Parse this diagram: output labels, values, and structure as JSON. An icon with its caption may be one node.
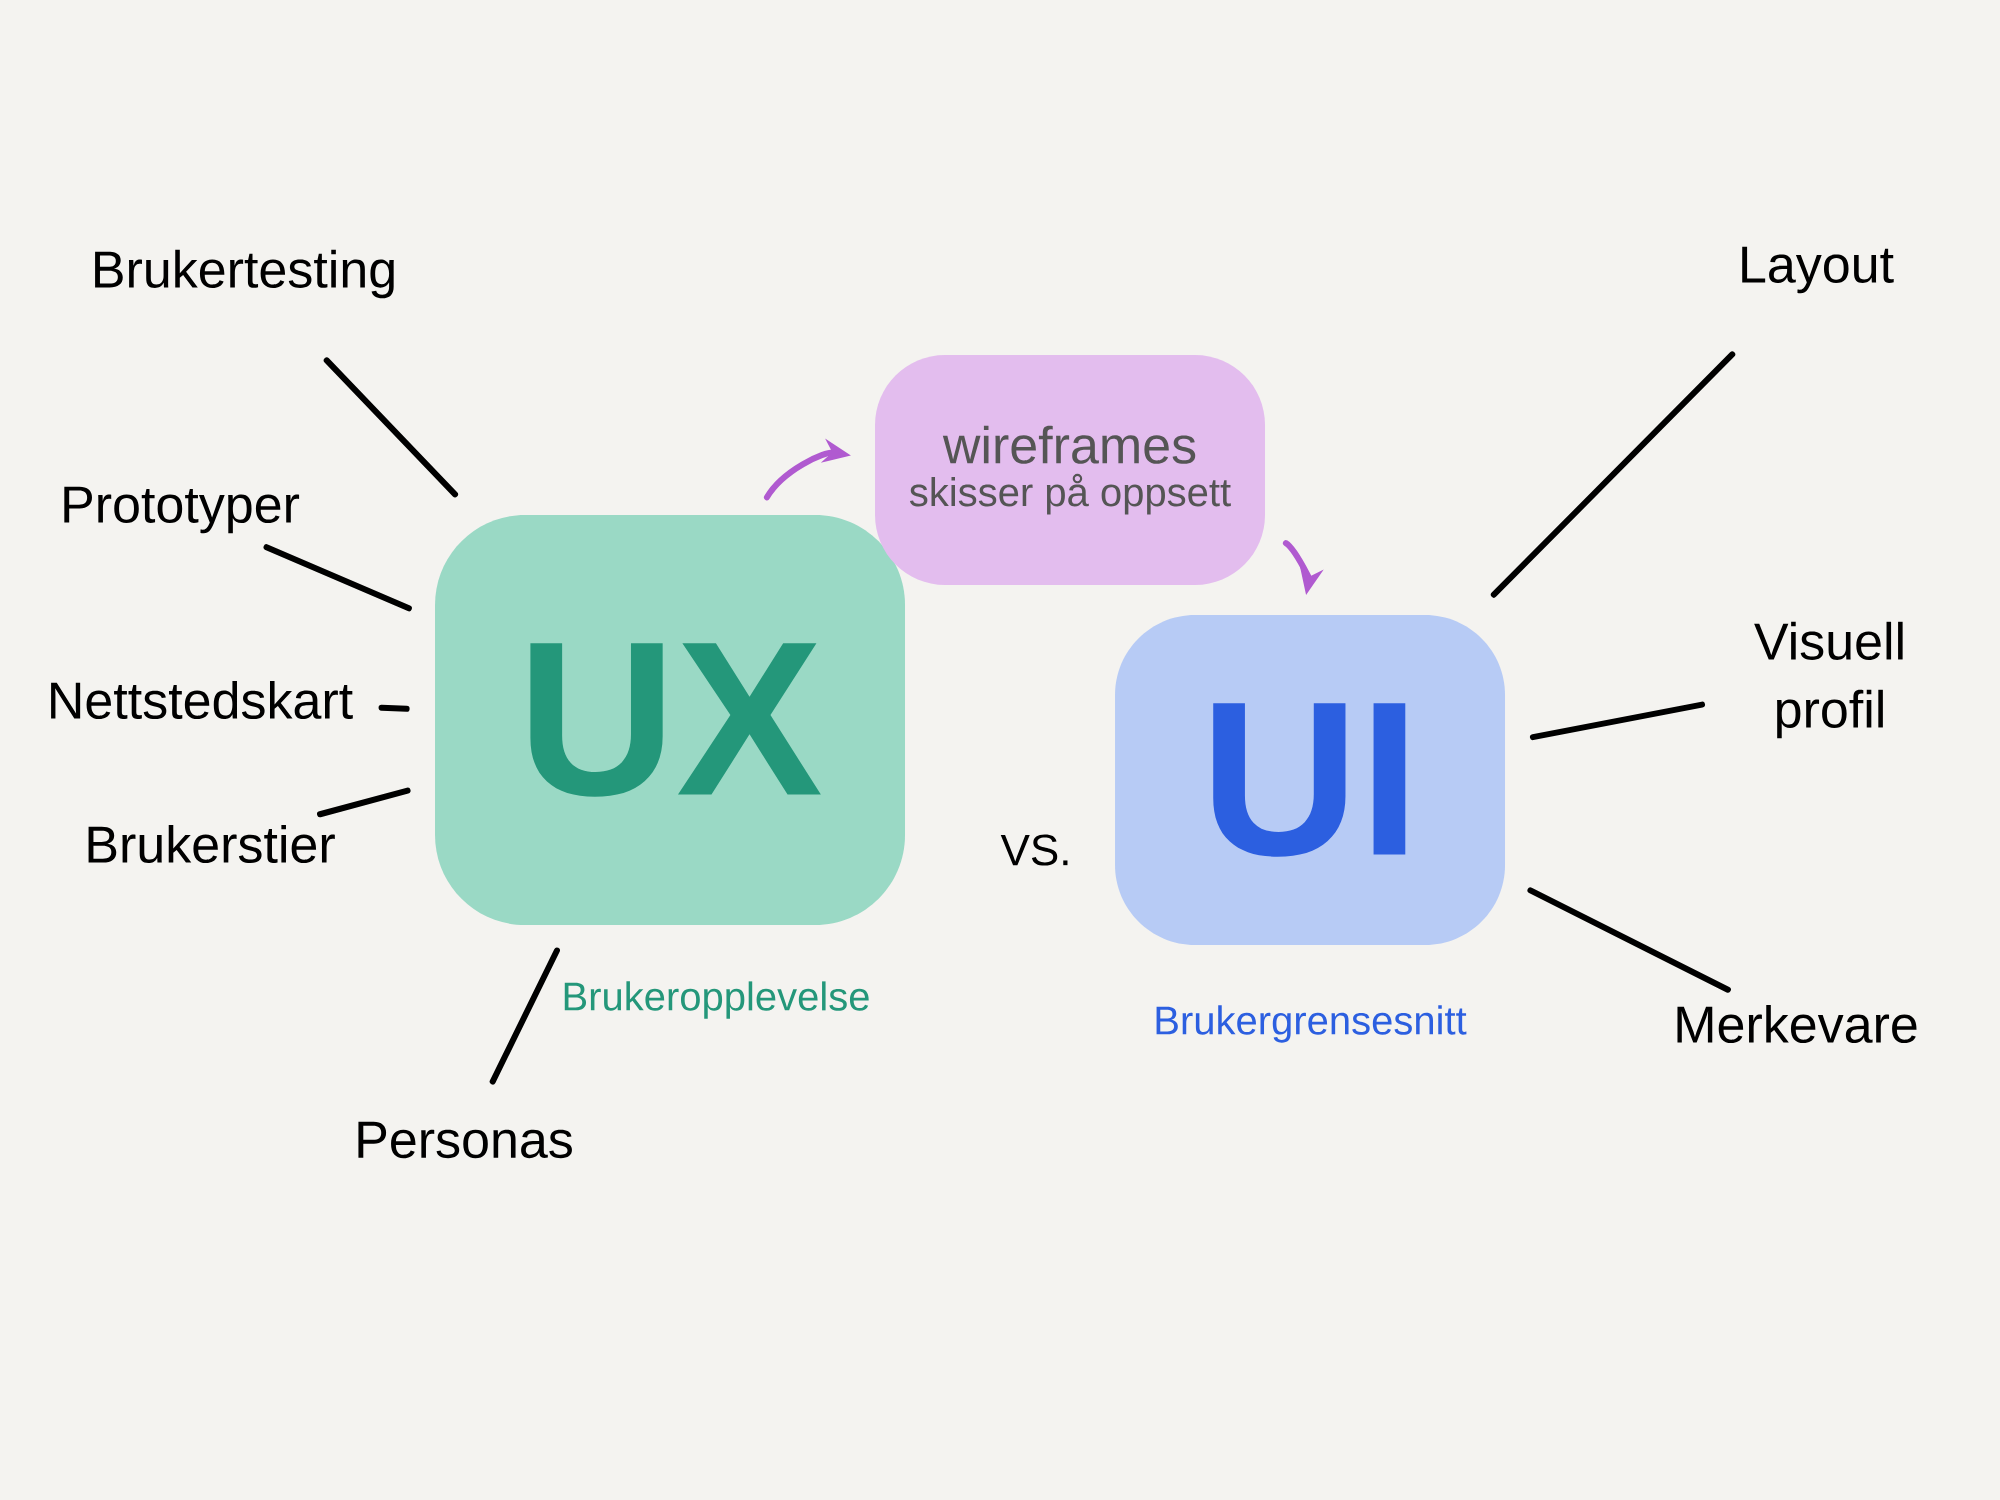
{
  "diagram": {
    "nodes": [
      {
        "text": [
          "Brukertesting"
        ]
      },
      {
        "text": [
          "Prototyper"
        ]
      },
      {
        "text": [
          "Nettstedskart"
        ]
      },
      {
        "text": [
          "Brukerstier"
        ]
      },
      {
        "text": [
          "UX"
        ],
        "beside": [
          "Brukeropplevelse"
        ]
      },
      {
        "text": [
          "wireframes",
          "skisser på oppsett"
        ]
      },
      {
        "text": [
          "Personas"
        ]
      },
      {
        "text": [
          "UI"
        ],
        "beside": [
          "Brukergrensesnitt"
        ]
      },
      {
        "text": [
          "Layout"
        ]
      },
      {
        "text": [
          "Visuell profil"
        ]
      },
      {
        "text": [
          "Merkevare"
        ]
      }
    ],
    "edges": [
      {
        "from": 0,
        "to": 4,
        "arrow": "none"
      },
      {
        "from": 1,
        "to": 4,
        "arrow": "none"
      },
      {
        "from": 2,
        "to": 4,
        "arrow": "none"
      },
      {
        "from": 3,
        "to": 4,
        "arrow": "none"
      },
      {
        "from": 6,
        "to": 4,
        "arrow": "none"
      },
      {
        "from": 4,
        "to": 5,
        "arrow": "to",
        "color": "#b05ad0"
      },
      {
        "from": 5,
        "to": 7,
        "arrow": "to",
        "color": "#b05ad0"
      },
      {
        "from": 8,
        "to": 7,
        "arrow": "none"
      },
      {
        "from": 9,
        "to": 7,
        "arrow": "none"
      },
      {
        "from": 10,
        "to": 7,
        "arrow": "none"
      }
    ],
    "labels": [
      "VS."
    ]
  }
}
